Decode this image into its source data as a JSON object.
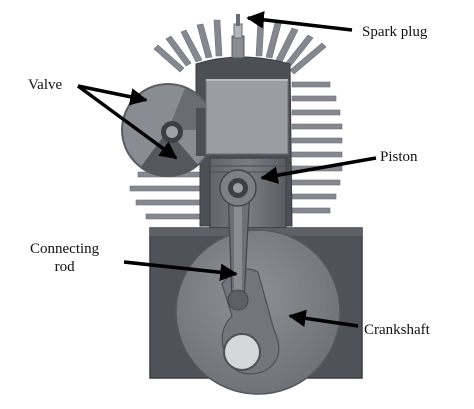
{
  "labels": {
    "spark_plug": "Spark plug",
    "valve": "Valve",
    "piston": "Piston",
    "connecting_rod_line1": "Connecting",
    "connecting_rod_line2": "rod",
    "crankshaft": "Crankshaft"
  },
  "colors": {
    "block_dark": "#50525a",
    "block_mid": "#6b6e76",
    "fin": "#8c8f96",
    "cylinder_light": "#9a9ca3",
    "crank_disc": "#7a7c82",
    "arrow": "#000000",
    "background": "#ffffff"
  }
}
